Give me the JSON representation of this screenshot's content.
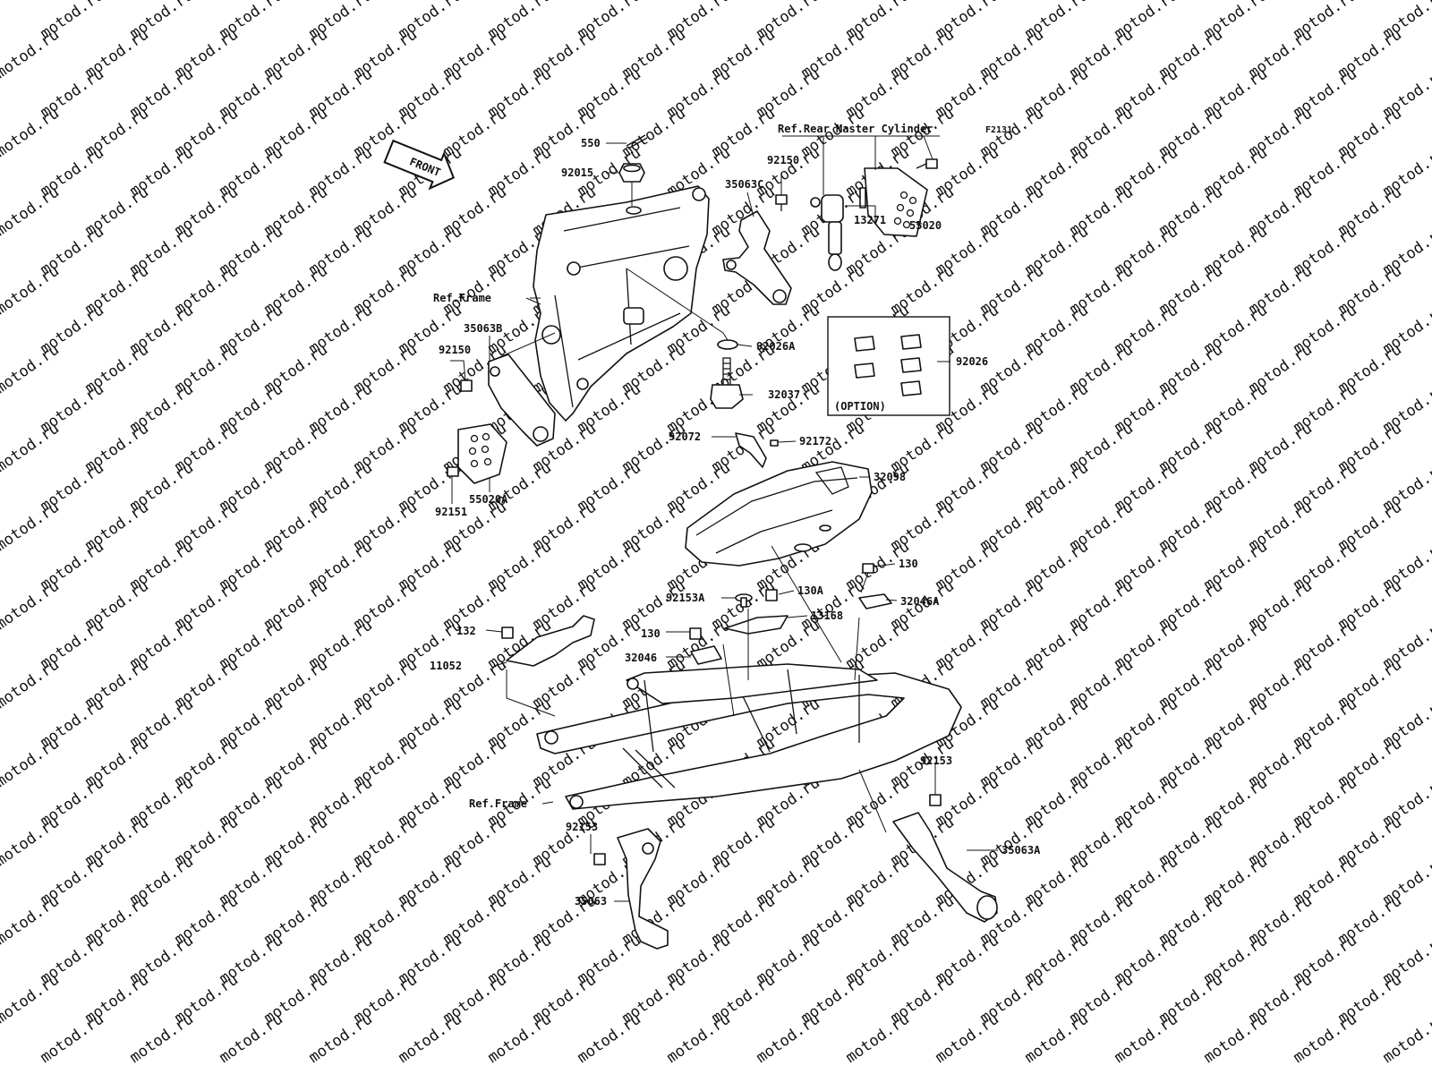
{
  "watermark": "motod.ru",
  "diagram_code": "F2131",
  "front_badge": "FRONT",
  "refs": {
    "rear_master_cylinder": "Ref.Rear Master Cylinder",
    "frame_top": "Ref.Frame",
    "frame_bottom": "Ref.Frame"
  },
  "option_box_label": "(OPTION)",
  "parts": {
    "p550": "550",
    "p92015": "92015",
    "p92150_top": "92150",
    "p35063C": "35063C",
    "p13271": "13271",
    "p55020": "55020",
    "p35063B": "35063B",
    "p92150_left": "92150",
    "p92026A": "92026A",
    "p32037": "32037",
    "p92026": "92026",
    "p55020A": "55020A",
    "p92151": "92151",
    "p92072": "92072",
    "p92172": "92172",
    "p32098": "32098",
    "p130_right": "130",
    "p130A": "130A",
    "p92153A": "92153A",
    "p32046A": "32046A",
    "p13168": "13168",
    "p132": "132",
    "p130_left": "130",
    "p32046": "32046",
    "p11052": "11052",
    "p92153_right": "92153",
    "p92153_left": "92153",
    "p35063A": "35063A",
    "p35063": "35063"
  }
}
